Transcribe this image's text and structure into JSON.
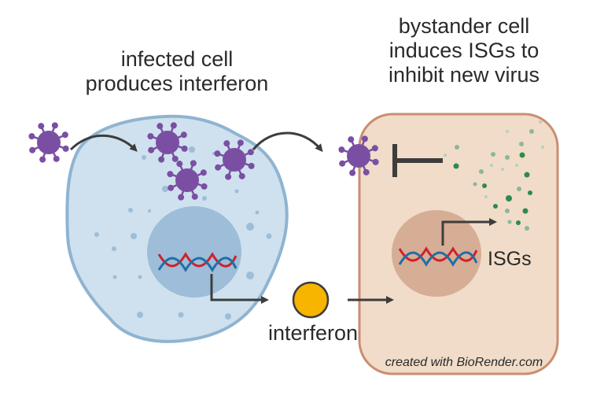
{
  "diagram": {
    "title_left": [
      "infected cell",
      "produces interferon"
    ],
    "title_right": [
      "bystander cell",
      "induces ISGs to",
      "inhibit new virus"
    ],
    "interferon_label": "interferon",
    "isgs_label": "ISGs",
    "credit": "created with BioRender.com",
    "colors": {
      "infected_cell_fill": "#cfe1ee",
      "infected_cell_border": "#8fb4d2",
      "infected_nucleus": "#9dbdd8",
      "bystander_cell_fill": "#f0dcc8",
      "bystander_cell_border": "#c98e72",
      "bystander_nucleus": "#d6ad95",
      "virus": "#7a4fa3",
      "arrow": "#3d3d3d",
      "interferon": "#f7b500",
      "isg_dots": "#2e8b4a",
      "dna_red": "#d0202a",
      "dna_blue": "#1e6fa8"
    }
  }
}
